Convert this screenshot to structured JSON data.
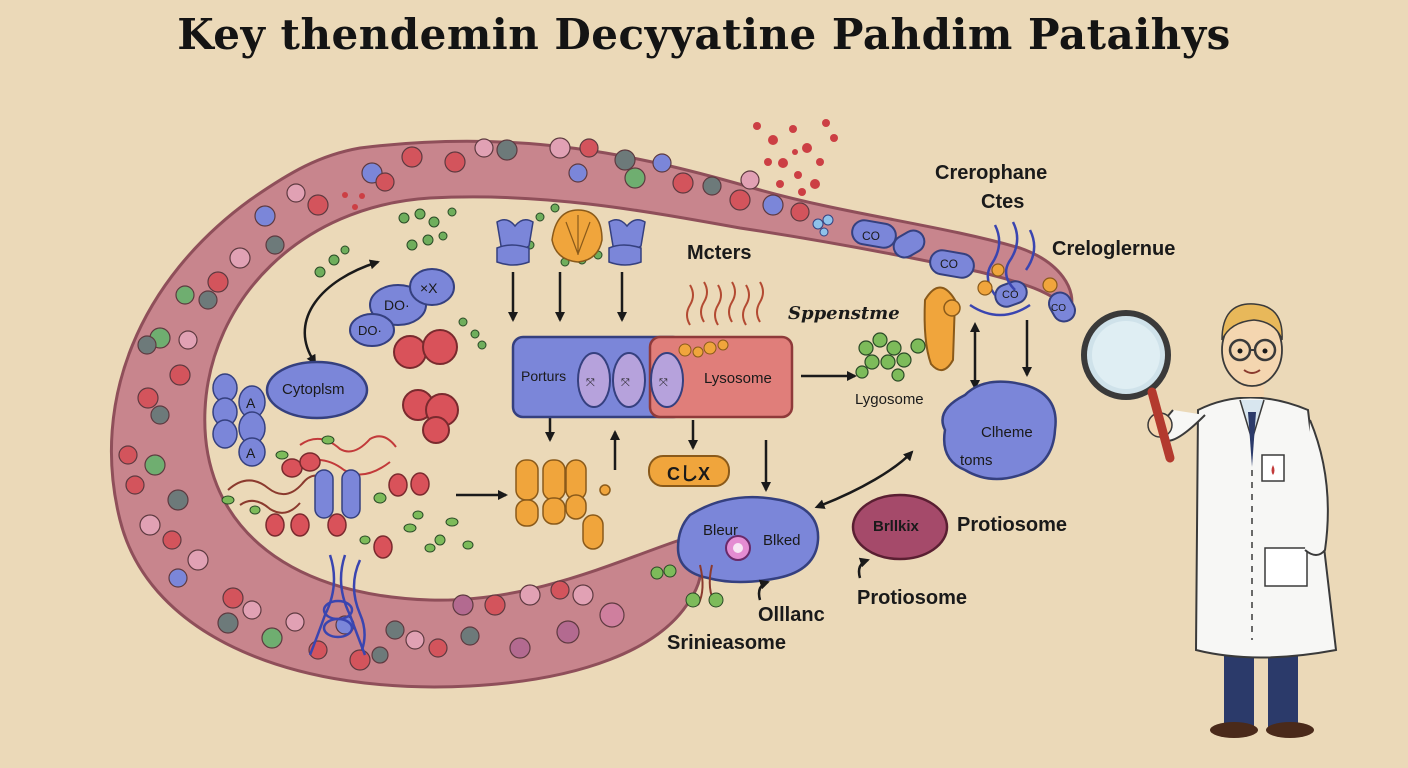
{
  "title": "Key thendemin Decyyatine Pahdim Pataihys",
  "labels": {
    "cytoplsm": "Cytoplsm",
    "porturs": "Porturs",
    "lysosome": "Lysosome",
    "mcters": "Mcters",
    "sppenstme": "Sppenstme",
    "lygosome": "Lygosome",
    "cerophane": "Crerophane",
    "ctes": "Ctes",
    "creloglernue": "Creloglernue",
    "clheme": "Clheme",
    "toms": "toms",
    "bleur": "Bleur",
    "blked": "Blked",
    "brllkix": "Brllkix",
    "protiosome_1": "Protiosome",
    "protiosome_2": "Protiosome",
    "olllanc": "Olllanc",
    "srinieasome": "Srinieasome",
    "clx": "CしX",
    "do1": "DO·",
    "do2": "DO·",
    "xx": "×X",
    "co1": "CO",
    "co2": "CO",
    "co3": "CO",
    "co4": "CO",
    "a": "A"
  },
  "colors": {
    "background": "#ebd9b8",
    "membrane": "#c07b84",
    "blue_organelle": "#7b86d9",
    "red_organelle": "#d9525a",
    "orange": "#f0a53c",
    "green": "#7dbb5a"
  }
}
